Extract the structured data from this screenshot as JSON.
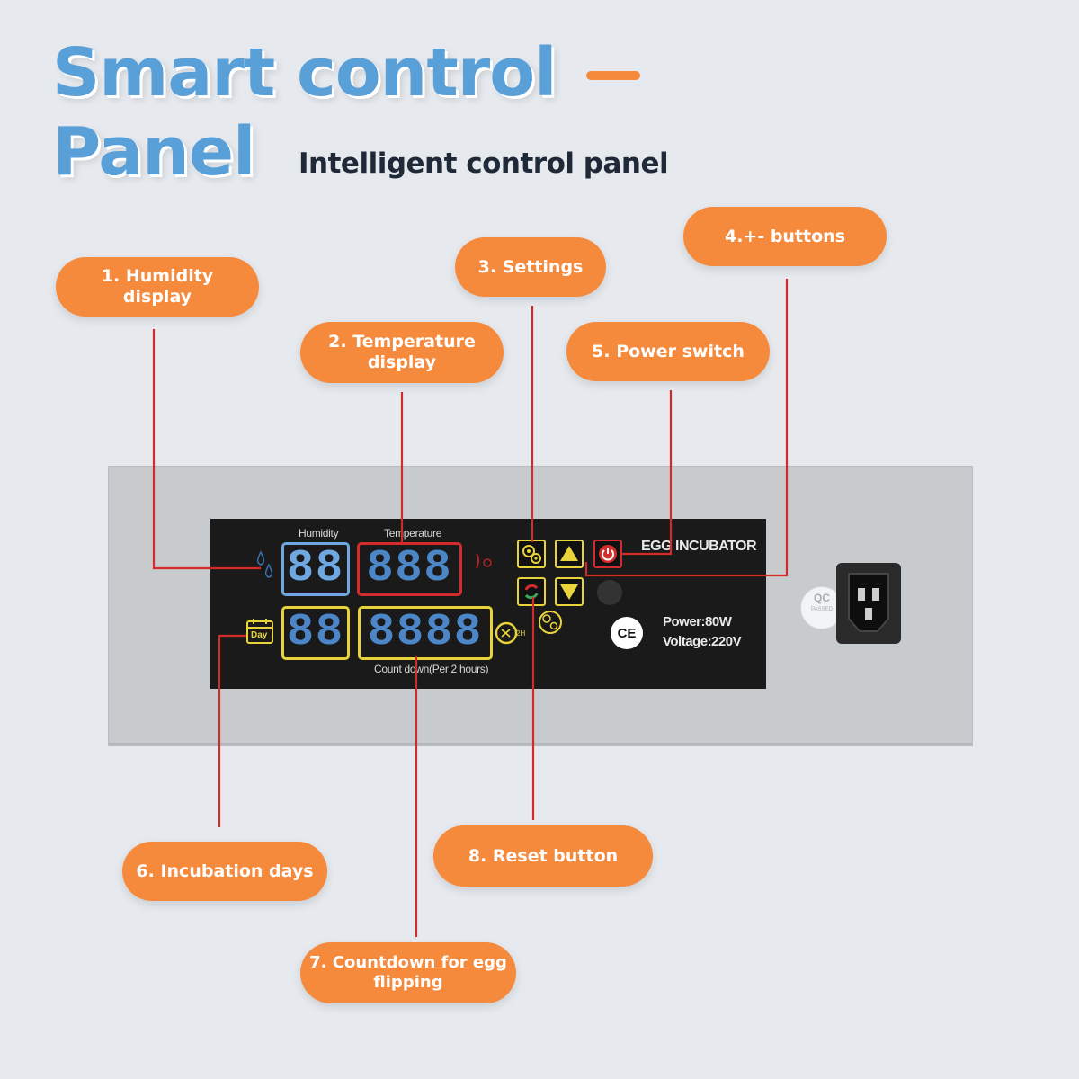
{
  "header": {
    "title_line1": "Smart control",
    "title_line2": "Panel",
    "subtitle": "Intelligent control panel"
  },
  "callouts": {
    "humidity": "1. Humidity display",
    "temperature": "2. Temperature display",
    "settings": "3. Settings",
    "plus_minus": "4.+- buttons",
    "power": "5. Power switch",
    "days": "6. Incubation days",
    "countdown": "7. Countdown for egg flipping",
    "reset": "8. Reset button"
  },
  "panel": {
    "humidity_label": "Humidity",
    "temperature_label": "Temperature",
    "humidity_digits": "88",
    "temperature_digits": "888",
    "days_digits": "88",
    "countdown_digits": "8888",
    "countdown_label": "Count down(Per 2 hours)",
    "day_badge": "Day",
    "flip_badge": "2H",
    "brand": "EGG INCUBATOR",
    "power_spec": "Power:80W",
    "voltage_spec": "Voltage:220V",
    "ce_mark": "CE",
    "qc_label": "QC",
    "qc_sub": "PASSED"
  },
  "colors": {
    "callout": "#f68a3c",
    "leader": "#d42a2a",
    "title": "#5aa0d8",
    "lcd_blue": "#6fa8e0",
    "lcd_frame_red": "#d62b2b",
    "lcd_frame_yellow": "#e8d43a"
  },
  "icons": [
    "humidity-drops-icon",
    "thermometer-icon",
    "calendar-day-icon",
    "flip-timer-icon",
    "settings-gears-icon",
    "reset-arrows-icon",
    "up-arrow-icon",
    "down-arrow-icon",
    "power-icon",
    "ce-mark-icon",
    "power-socket-icon"
  ]
}
